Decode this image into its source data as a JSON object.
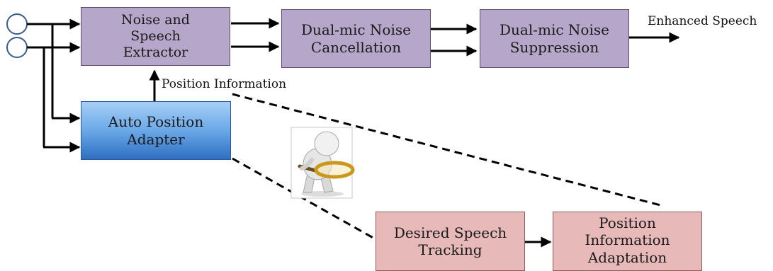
{
  "blocks": {
    "noise_speech_extractor": [
      "Noise and",
      "Speech",
      "Extractor"
    ],
    "dual_mic_cancellation": [
      "Dual-mic Noise",
      "Cancellation"
    ],
    "dual_mic_suppression": [
      "Dual-mic Noise",
      "Suppression"
    ],
    "auto_position_adapter": [
      "Auto Position",
      "Adapter"
    ],
    "desired_speech_tracking": [
      "Desired Speech",
      "Tracking"
    ],
    "position_info_adaptation": [
      "Position",
      "Information",
      "Adaptation"
    ]
  },
  "labels": {
    "enhanced_speech": "Enhanced Speech",
    "position_information": "Position Information"
  },
  "colors": {
    "purple_block": "#b6a6c9",
    "blue_block": "#4f8fd8",
    "pink_block": "#e8b9b9",
    "arrow": "#000000"
  },
  "icons": {
    "microphones": "mic-input-circle",
    "illustration": "magnifying-glass-person-icon"
  }
}
